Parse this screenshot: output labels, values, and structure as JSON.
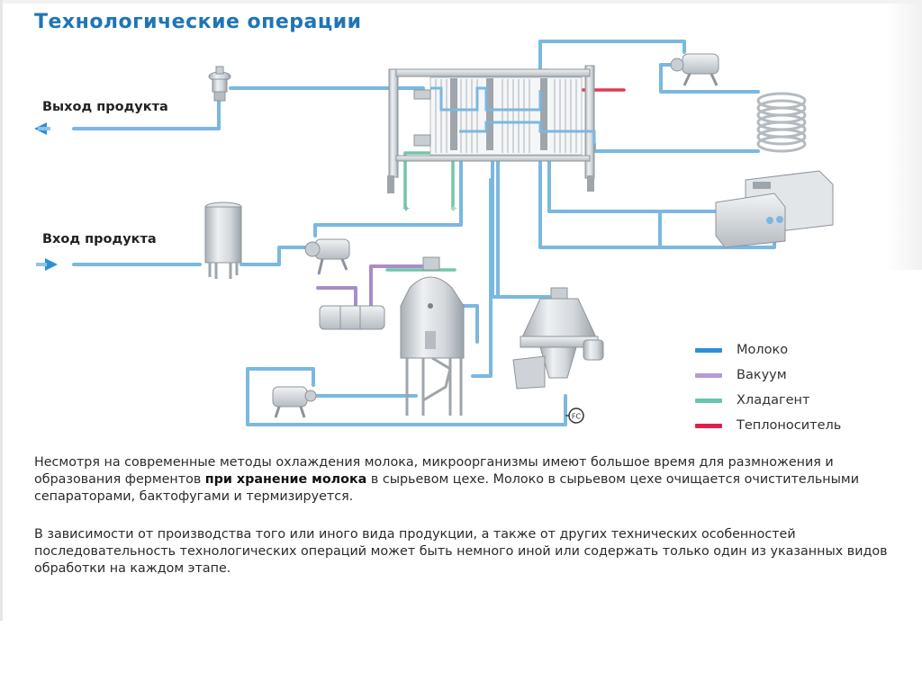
{
  "title": "Технологические операции",
  "labels": {
    "product_out": "Выход продукта",
    "product_in": "Вход продукта",
    "fc_tag": "FC"
  },
  "legend": [
    {
      "label": "Молоко",
      "color": "#2f8fd6"
    },
    {
      "label": "Вакуум",
      "color": "#b49ad8"
    },
    {
      "label": "Хладагент",
      "color": "#6cc4b0"
    },
    {
      "label": "Теплоноситель",
      "color": "#e0204a"
    }
  ],
  "colors": {
    "title": "#1f74b8",
    "milk_pipe": "#7ab8e0",
    "vacuum_pipe": "#a98cc9",
    "coolant_pipe": "#72c6a8",
    "heating_pipe": "#e3394f",
    "equipment": "#c9ced3"
  },
  "paragraph1": {
    "before": "Несмотря на современные методы охлаждения молока, микроорганизмы имеют большое время для размножения и образования ферментов ",
    "bold": "при хранение молока",
    "after": " в сырьевом цехе. Молоко в сырьевом цехе очищается очистительными сепараторами, бактофугами и термизируется."
  },
  "paragraph2": "В зависимости от производства того или иного вида продукции, а также от других технических особенностей последовательность технологических операций может быть немного иной или содержать только один из указанных видов обработки на каждом этапе.",
  "equipment": [
    {
      "name": "control-valve"
    },
    {
      "name": "plate-heat-exchanger"
    },
    {
      "name": "centrifugal-pump-top"
    },
    {
      "name": "holding-tube-coil"
    },
    {
      "name": "control-panel-unit"
    },
    {
      "name": "balance-tank"
    },
    {
      "name": "feed-pump"
    },
    {
      "name": "vacuum-pump"
    },
    {
      "name": "deaerator-vessel"
    },
    {
      "name": "separator"
    },
    {
      "name": "return-pump"
    },
    {
      "name": "flow-controller"
    }
  ]
}
